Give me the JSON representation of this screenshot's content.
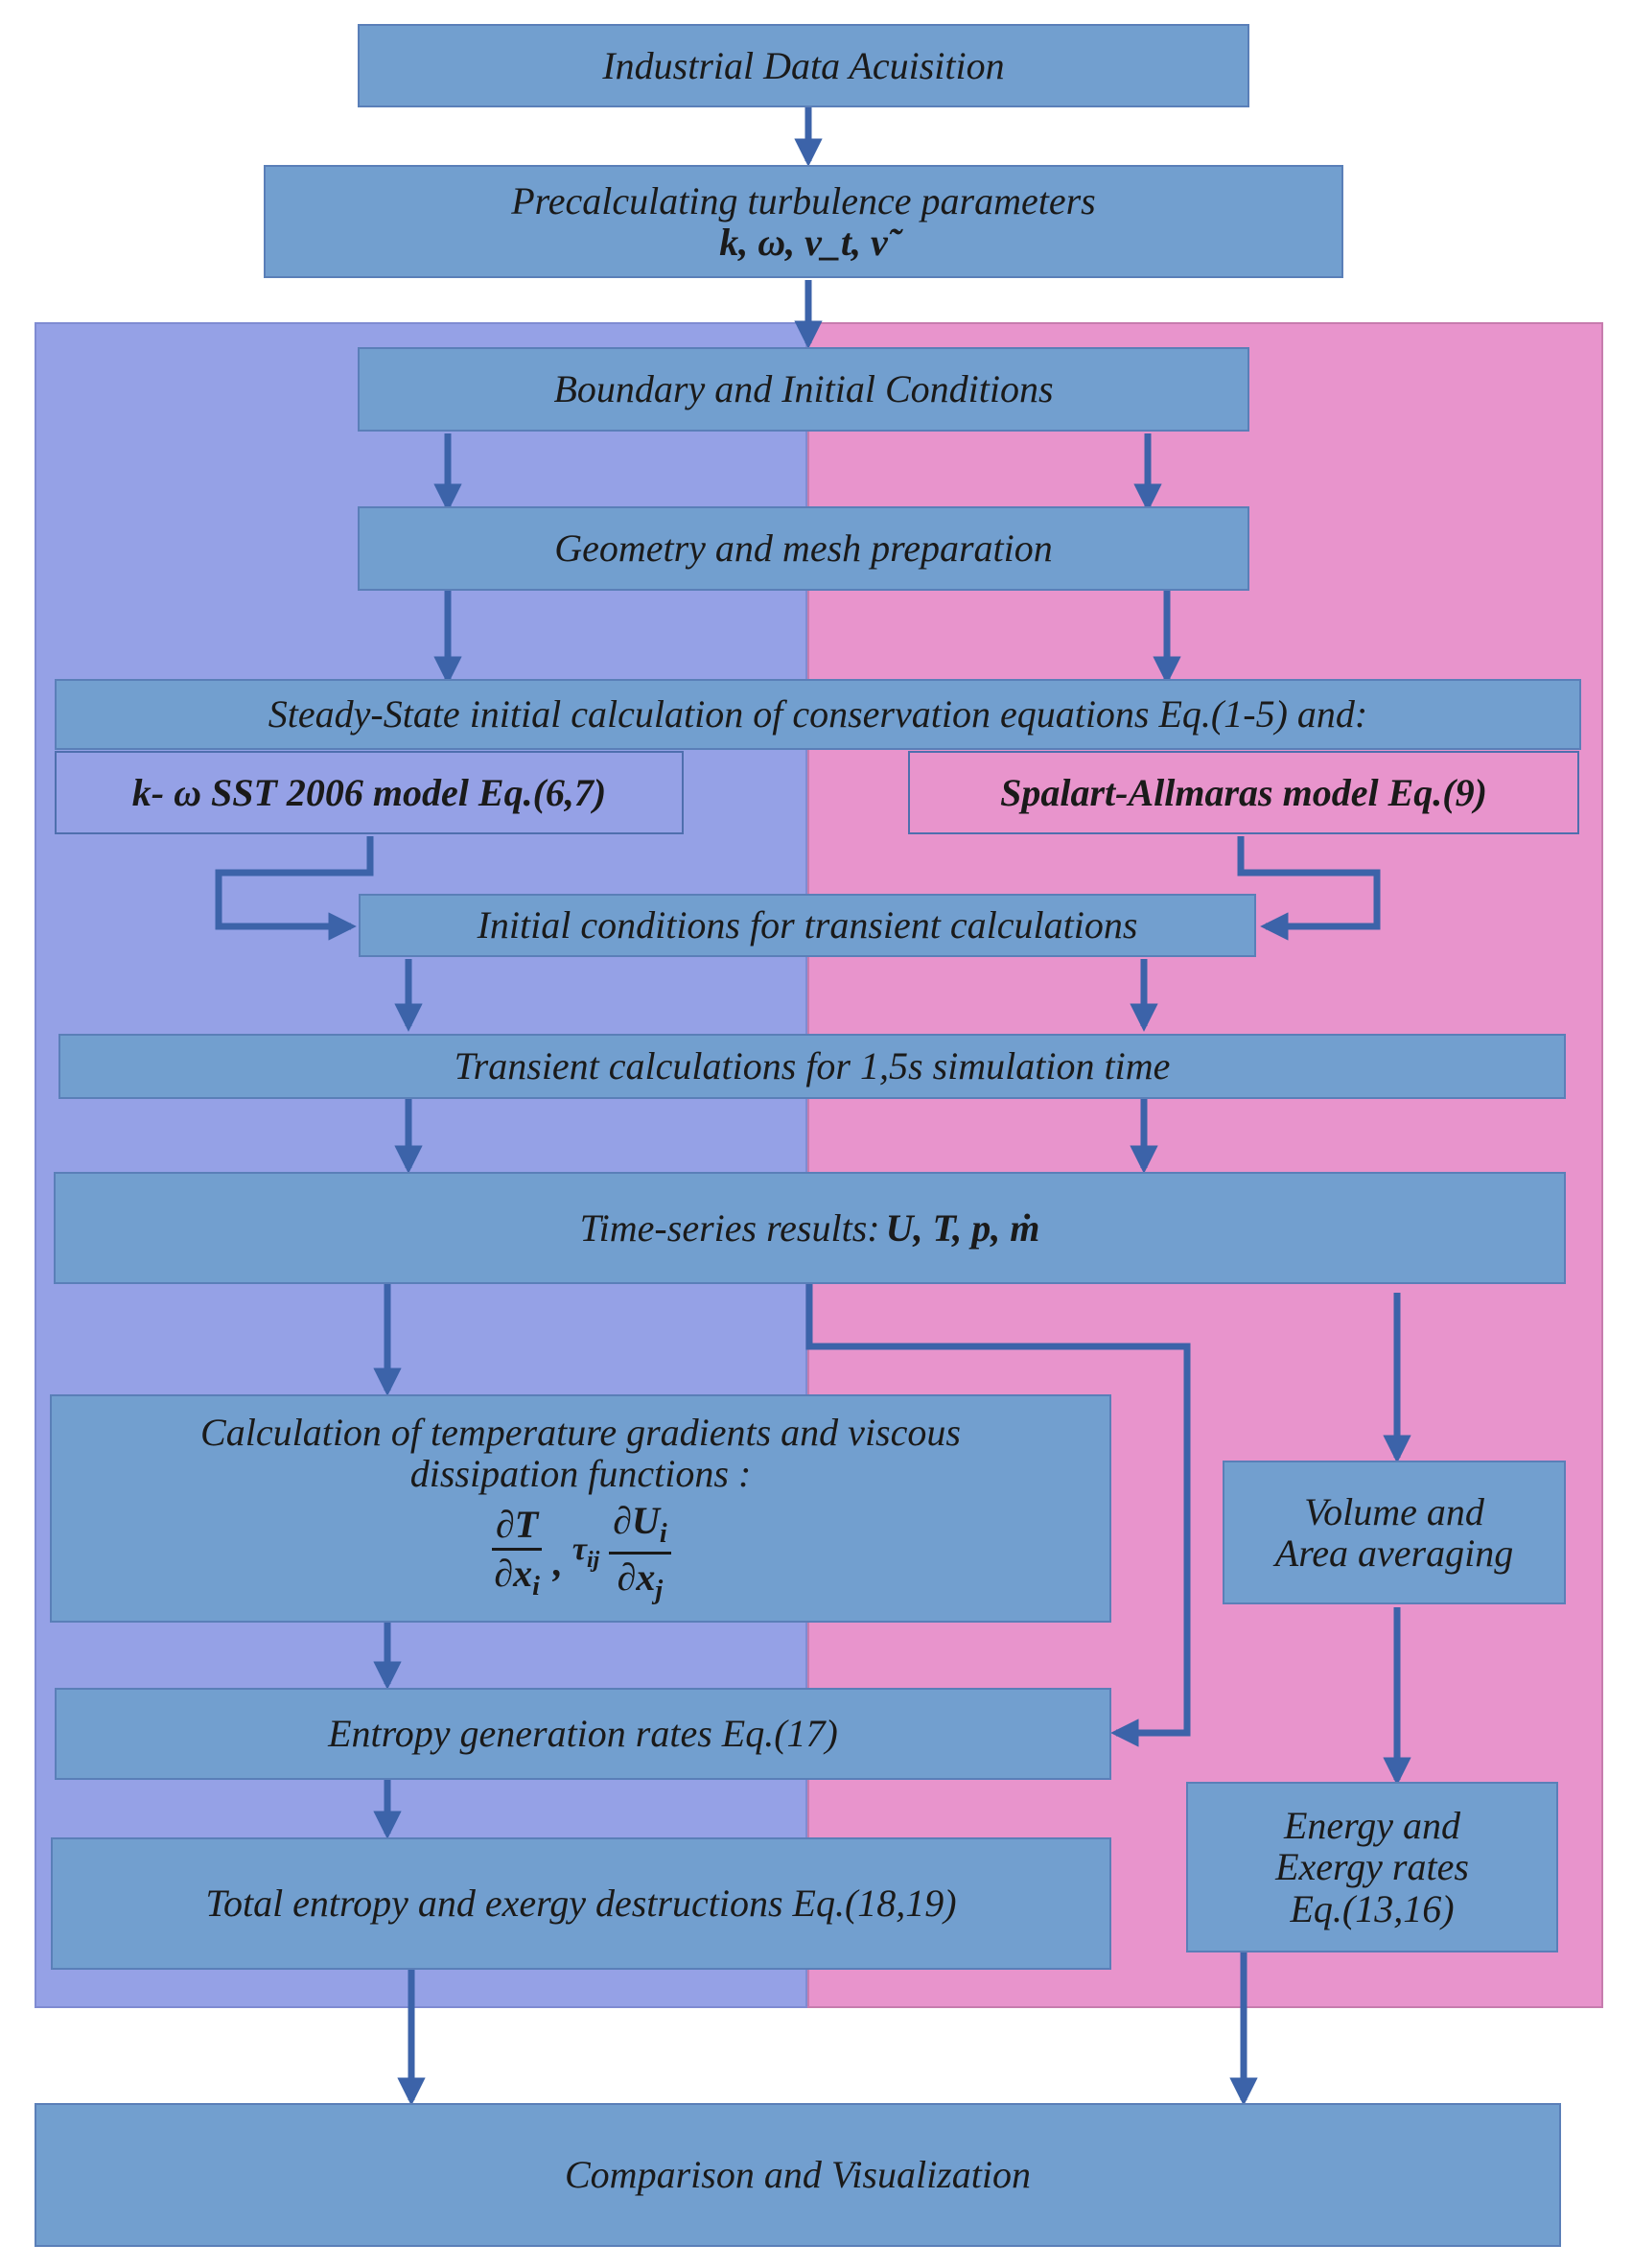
{
  "colors": {
    "box_fill": "#729fcf",
    "left_panel": "#95a1e6",
    "right_panel": "#e894cc",
    "arrow": "#3c63a9"
  },
  "boxes": {
    "data_acquisition": "Industrial Data Acuisition",
    "precalc_title": "Precalculating turbulence parameters",
    "precalc_params": "k, ω, ν_t, ν̃",
    "boundary": "Boundary and Initial Conditions",
    "geometry": "Geometry and mesh preparation",
    "steady_state": "Steady-State  initial calculation of conservation equations Eq.(1-5) and:",
    "kw_model": "k- ω SST 2006 model Eq.(6,7)",
    "sa_model": "Spalart-Allmaras model Eq.(9)",
    "initial_transient": "Initial conditions for transient calculations",
    "transient": "Transient calculations for 1,5s simulation time",
    "timeseries_label": "Time-series results:",
    "timeseries_vars": "U, T, p, ṁ",
    "gradients_line1": "Calculation of temperature gradients and viscous",
    "gradients_line2": "dissipation functions :",
    "grad_formula": {
      "dT": "∂T",
      "dxi": "∂x",
      "sep": ",",
      "tau": "τ",
      "dUi": "∂U",
      "dxj": "∂x",
      "i": "i",
      "j": "j",
      "ij": "ij"
    },
    "volume_avg_line1": "Volume and",
    "volume_avg_line2": "Area averaging",
    "entropy_gen": "Entropy generation rates Eq.(17)",
    "energy_line1": "Energy and",
    "energy_line2": "Exergy rates",
    "energy_line3": "Eq.(13,16)",
    "total_entropy": "Total entropy and exergy destructions Eq.(18,19)",
    "comparison": "Comparison and Visualization"
  }
}
